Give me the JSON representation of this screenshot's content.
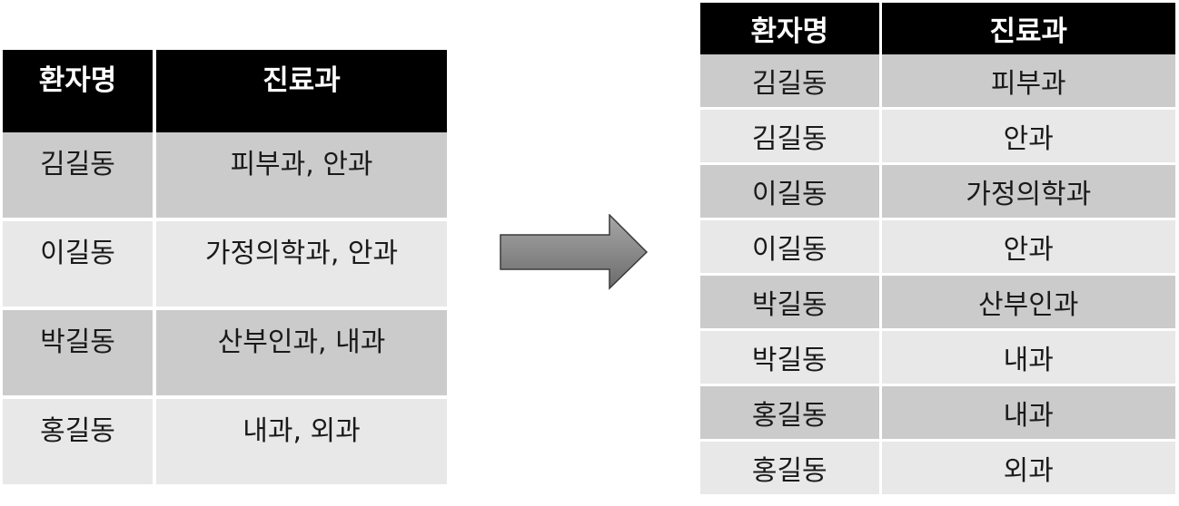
{
  "before_table": {
    "headers": [
      "환자명",
      "진료과"
    ],
    "rows": [
      [
        "김길동",
        "피부과, 안과"
      ],
      [
        "이길동",
        "가정의학과, 안과"
      ],
      [
        "박길동",
        "산부인과, 내과"
      ],
      [
        "홍길동",
        "내과, 외과"
      ]
    ]
  },
  "after_table": {
    "headers": [
      "환자명",
      "진료과"
    ],
    "rows": [
      [
        "김길동",
        "피부과"
      ],
      [
        "김길동",
        "안과"
      ],
      [
        "이길동",
        "가정의학과"
      ],
      [
        "이길동",
        "안과"
      ],
      [
        "박길동",
        "산부인과"
      ],
      [
        "박길동",
        "내과"
      ],
      [
        "홍길동",
        "내과"
      ],
      [
        "홍길동",
        "외과"
      ]
    ]
  },
  "colors": {
    "header_bg": "#000000",
    "header_text": "#ffffff",
    "row_dark": "#cbcbcb",
    "row_light": "#e8e8e8",
    "arrow_fill_light": "#a6a6a6",
    "arrow_fill_dark": "#6b6b6b"
  },
  "icons": {
    "transform_arrow": "right-arrow-icon"
  }
}
